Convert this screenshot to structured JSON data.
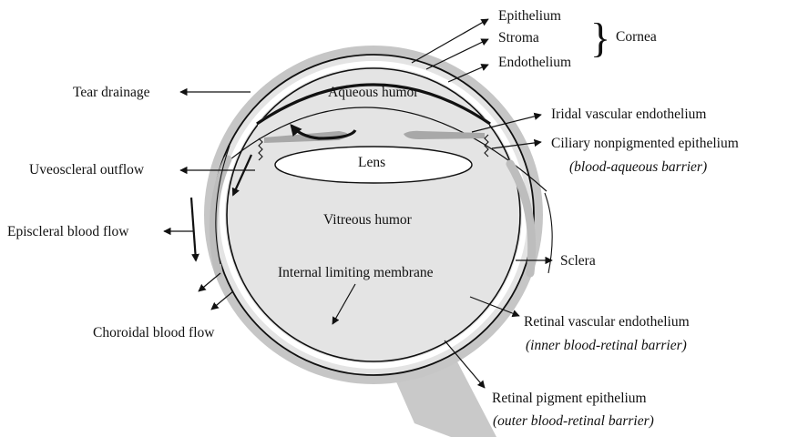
{
  "labels": {
    "epithelium": "Epithelium",
    "stroma": "Stroma",
    "endothelium": "Endothelium",
    "cornea": "Cornea",
    "tear_drainage": "Tear drainage",
    "aqueous_humor": "Aqueous humor",
    "iridal_vascular_endothelium": "Iridal vascular endothelium",
    "ciliary_nonpigmented_epithelium": "Ciliary nonpigmented epithelium",
    "blood_aqueous_barrier": "(blood-aqueous barrier)",
    "uveoscleral_outflow": "Uveoscleral outflow",
    "lens": "Lens",
    "episcleral_blood_flow": "Episcleral blood flow",
    "vitreous_humor": "Vitreous humor",
    "sclera": "Sclera",
    "internal_limiting_membrane": "Internal limiting membrane",
    "choroidal_blood_flow": "Choroidal blood flow",
    "retinal_vascular_endothelium": "Retinal vascular endothelium",
    "inner_blood_retinal_barrier": "(inner blood-retinal barrier)",
    "retinal_pigment_epithelium": "Retinal pigment epithelium",
    "outer_blood_retinal_barrier": "(outer blood-retinal barrier)"
  },
  "colors": {
    "globe_fill": "#e4e4e4",
    "sclera_gray": "#bdbdbd",
    "iris_gray": "#a8a8a8",
    "line": "#111111"
  }
}
